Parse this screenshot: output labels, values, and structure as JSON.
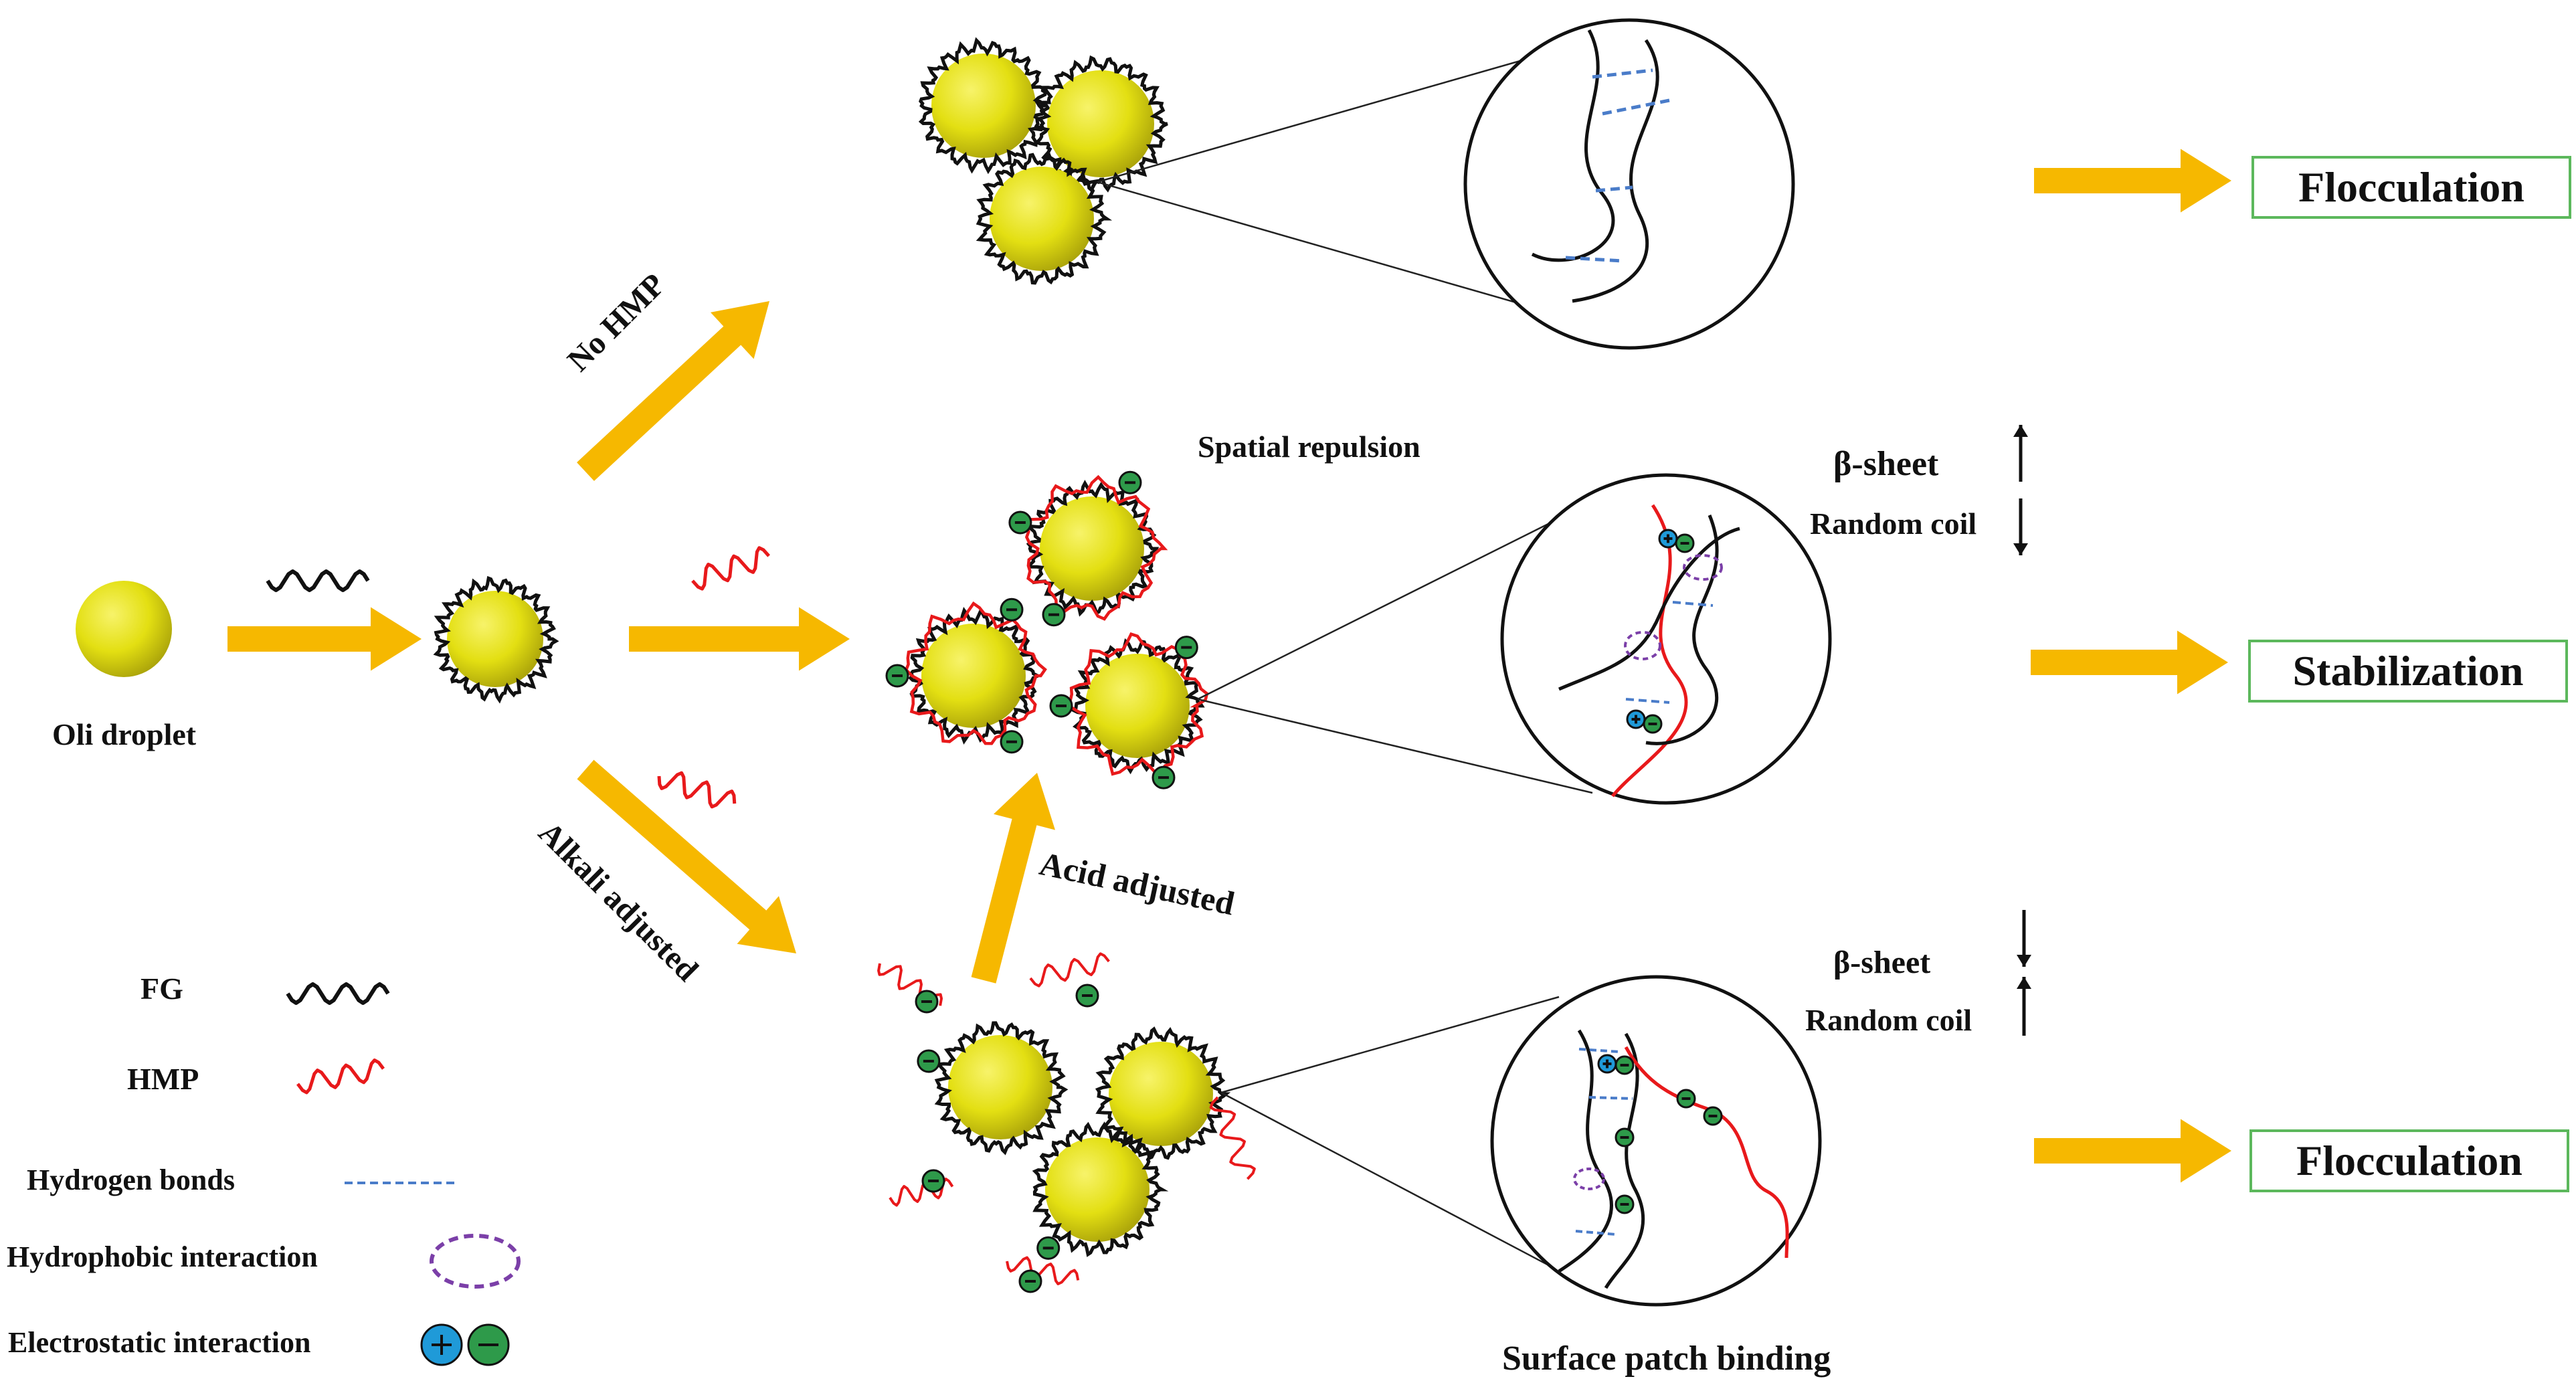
{
  "start": {
    "oil_droplet": "Oli droplet"
  },
  "branches": {
    "top": "No HMP",
    "bottom": "Alkali adjusted",
    "up": "Acid adjusted"
  },
  "middle": {
    "annotation": "Spatial repulsion"
  },
  "bottom": {
    "annotation": "Surface patch binding"
  },
  "structure_changes": {
    "middle": {
      "beta_sheet": "β-sheet",
      "random_coil": "Random coil",
      "beta_trend": "up",
      "coil_trend": "down"
    },
    "bottom": {
      "beta_sheet": "β-sheet",
      "random_coil": "Random coil",
      "beta_trend": "down",
      "coil_trend": "up"
    }
  },
  "outcomes": {
    "top": "Flocculation",
    "middle": "Stabilization",
    "bottom": "Flocculation"
  },
  "legend": {
    "fg": "FG",
    "hmp": "HMP",
    "hydrogen_bonds": "Hydrogen bonds",
    "hydrophobic": "Hydrophobic interaction",
    "electrostatic": "Electrostatic interaction"
  },
  "colors": {
    "arrow": "#f6b800",
    "droplet": "#e3df12",
    "fg_chain": "#111111",
    "hmp_chain": "#e8191b",
    "hydrogen_bond": "#4a7cc9",
    "hydrophobic": "#7b3fa8",
    "negative_charge": "#2e9a4a",
    "positive_charge": "#1f9ad8",
    "outcome_border": "#5cb85c"
  }
}
